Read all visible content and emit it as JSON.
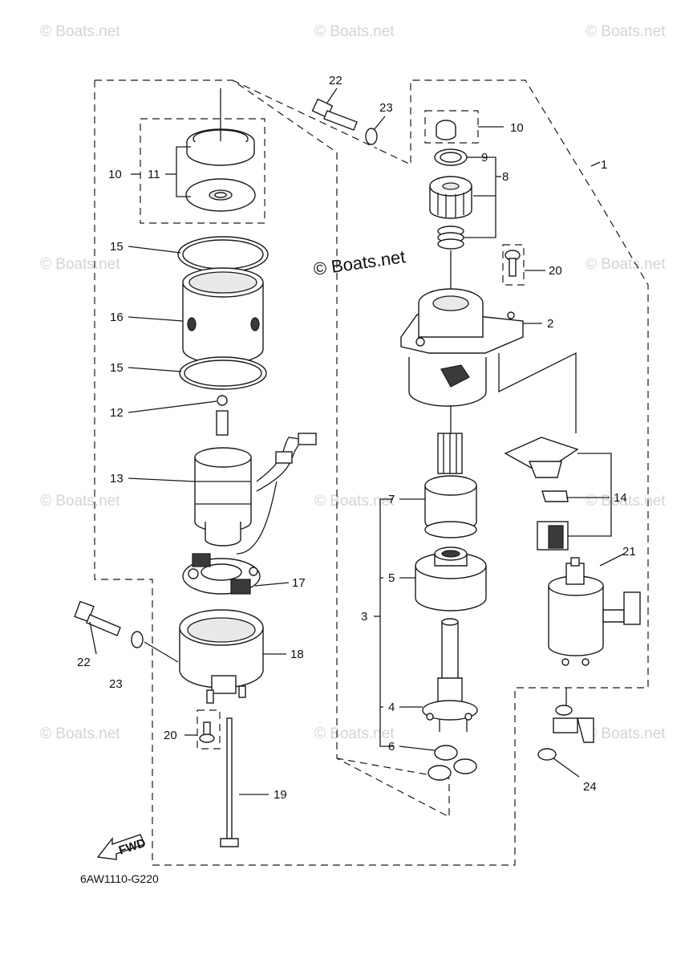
{
  "watermark": "© Boats.net",
  "diagram_code": "6AW1110-G220",
  "fwd_label": "FWD",
  "callouts": {
    "c1": "1",
    "c2": "2",
    "c3": "3",
    "c4": "4",
    "c5": "5",
    "c6": "6",
    "c7": "7",
    "c8": "8",
    "c9": "9",
    "c10a": "10",
    "c10b": "10",
    "c11": "11",
    "c12": "12",
    "c13": "13",
    "c14": "14",
    "c15a": "15",
    "c15b": "15",
    "c16": "16",
    "c17": "17",
    "c18": "18",
    "c19": "19",
    "c20a": "20",
    "c20b": "20",
    "c21": "21",
    "c22a": "22",
    "c22b": "22",
    "c23a": "23",
    "c23b": "23",
    "c24": "24"
  }
}
